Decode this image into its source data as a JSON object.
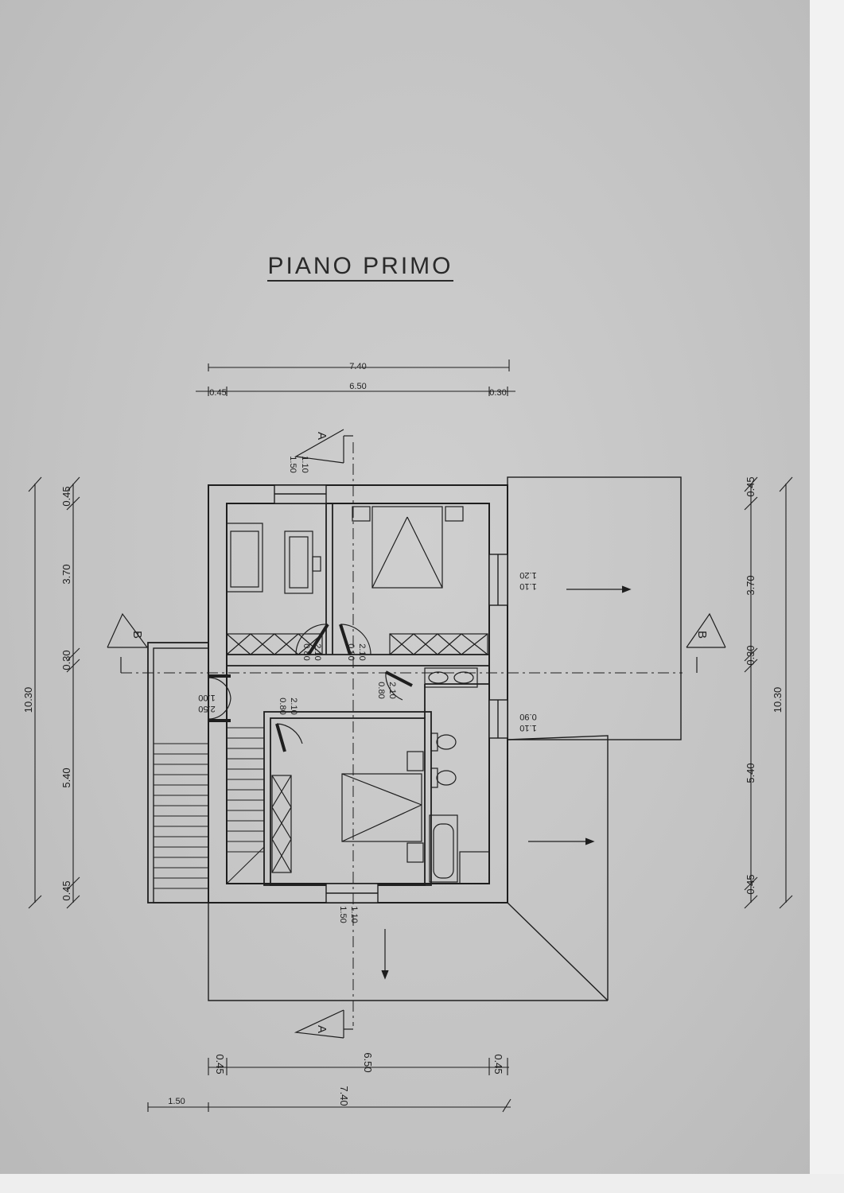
{
  "title": "PIANO PRIMO",
  "dims": {
    "top_total": "7.40",
    "top_left": "0.45",
    "top_mid": "6.50",
    "top_right": "0.30",
    "left_total": "10.30",
    "left_a": "0.45",
    "left_b": "3.70",
    "left_c": "0.30",
    "left_d": "5.40",
    "left_e": "0.45",
    "right_total": "10.30",
    "right_a": "0.45",
    "right_b": "3.70",
    "right_c": "0.30",
    "right_d": "5.40",
    "right_e": "0.45",
    "bottom_left": "0.45",
    "bottom_mid": "6.50",
    "bottom_right": "0.45",
    "bottom_total": "7.40",
    "bottom_stair": "1.50"
  },
  "openings": {
    "top_window_w": "1.50",
    "top_window_h": "1.10",
    "right_window1_w": "1.20",
    "right_window1_h": "1.10",
    "right_window2_w": "0.90",
    "right_window2_h": "1.10",
    "bottom_window_w": "1.50",
    "bottom_window_h": "1.10",
    "left_door_w": "1.00",
    "left_door_h": "2.50",
    "door_room1_w": "0.80",
    "door_room1_h": "2.10",
    "door_room2_w": "0.80",
    "door_room2_h": "2.10",
    "door_bath_w": "0.80",
    "door_bath_h": "2.10",
    "door_room3_w": "0.80",
    "door_room3_h": "2.10"
  },
  "sections": {
    "a": "A",
    "b": "B"
  }
}
